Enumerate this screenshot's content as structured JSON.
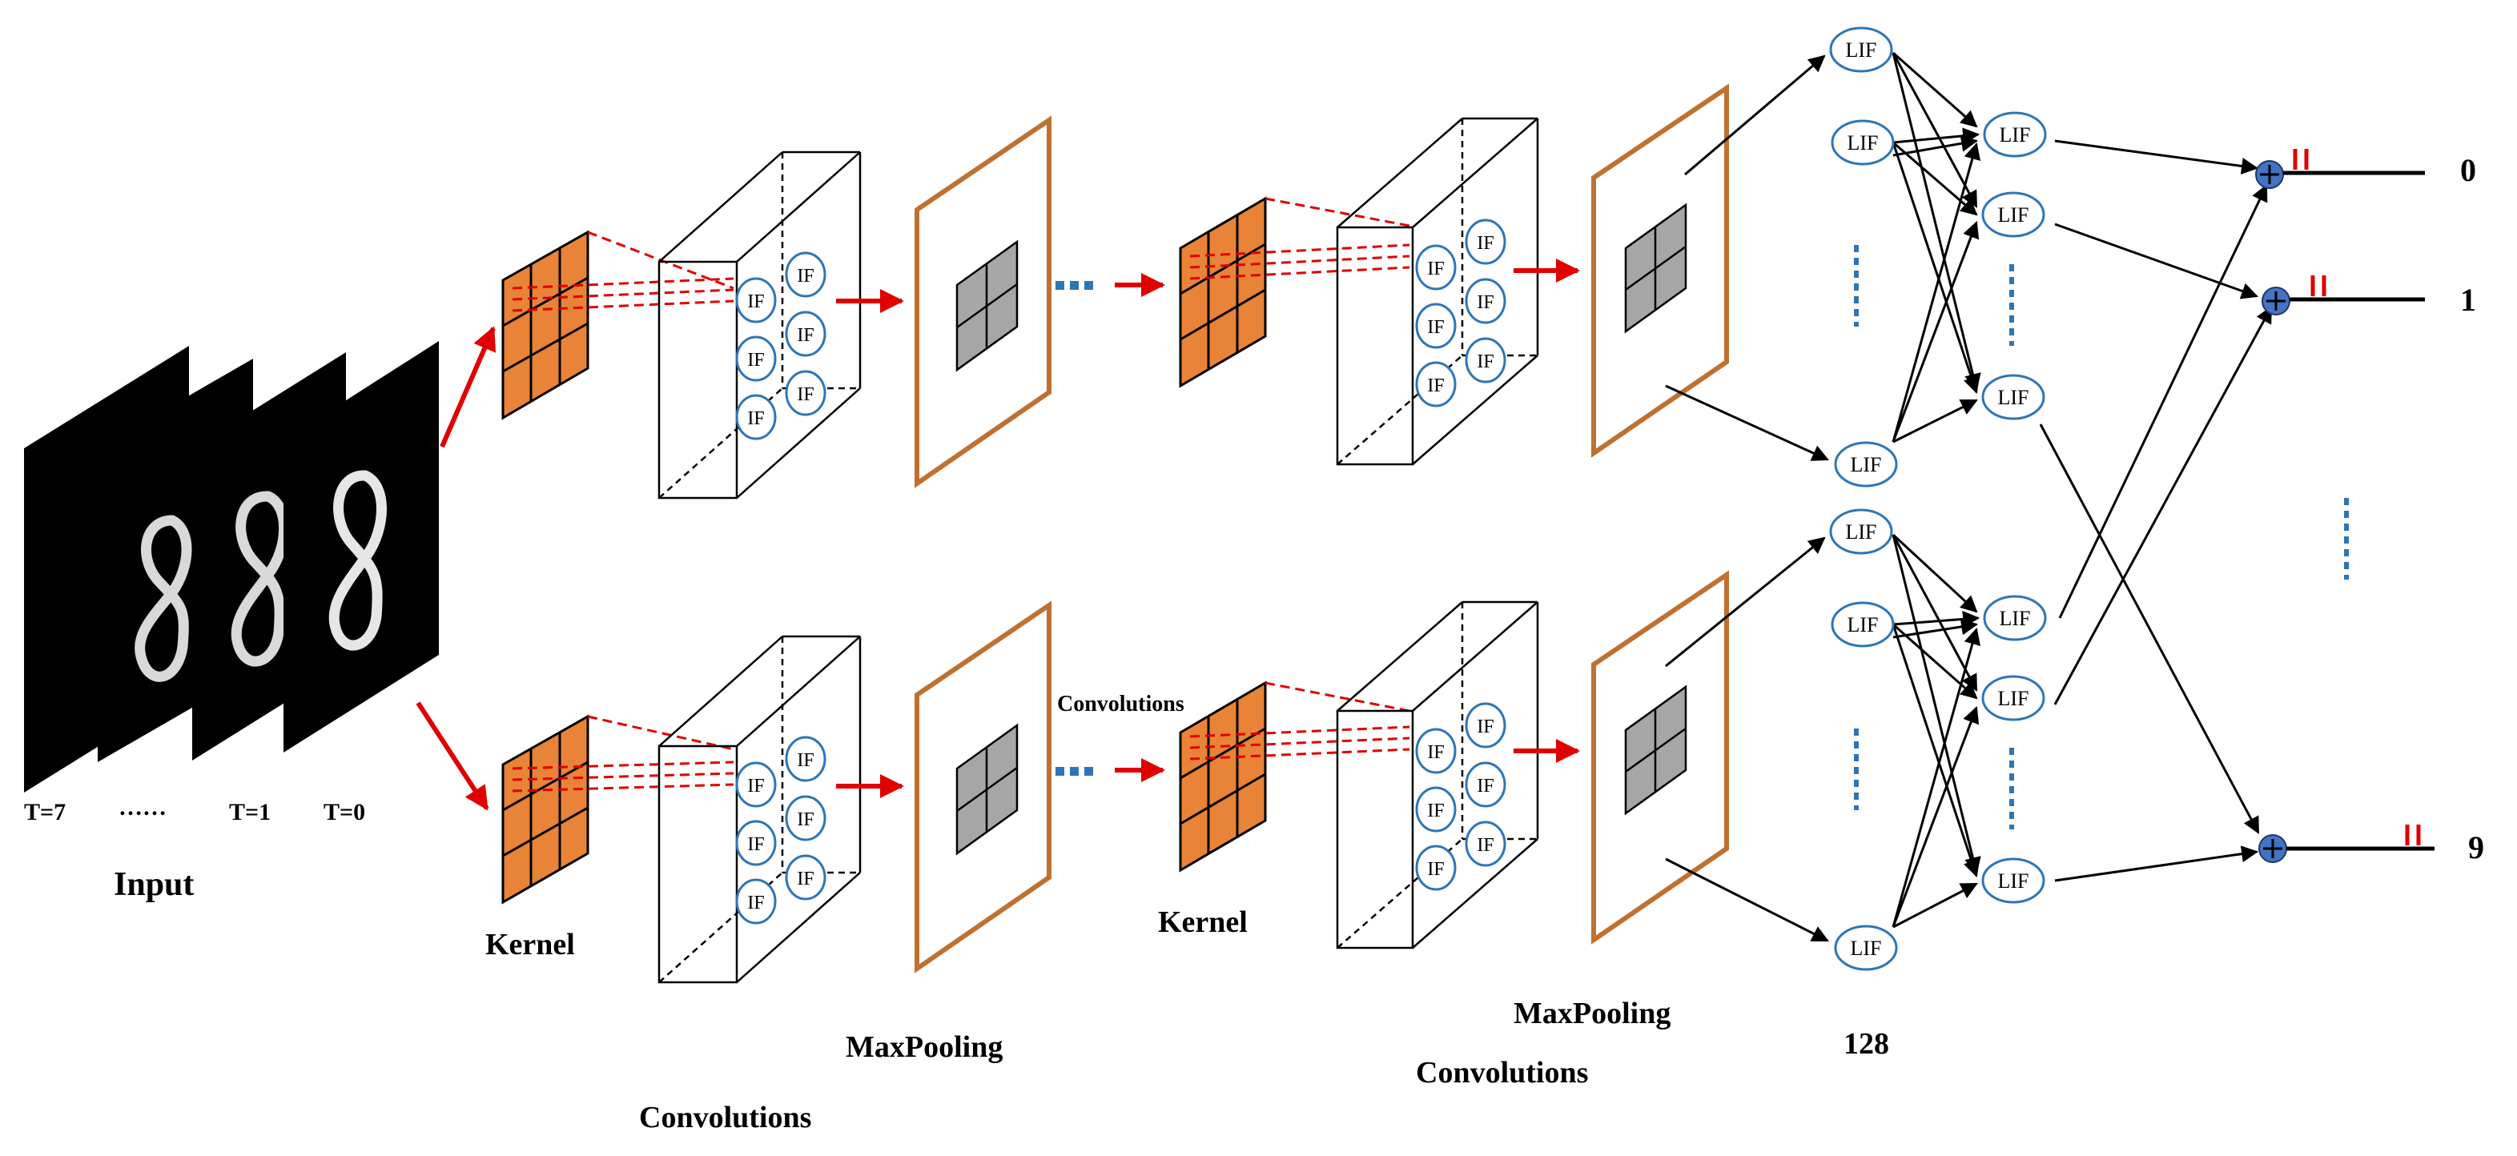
{
  "input": {
    "label": "Input",
    "time_labels": [
      "T=7",
      "……",
      "T=1",
      "T=0"
    ]
  },
  "kernel_label": "Kernel",
  "maxpooling_label": "MaxPooling",
  "convolutions_label": "Convolutions",
  "neuron_labels": {
    "if": "IF",
    "lif": "LIF"
  },
  "hidden_size_label": "128",
  "outputs": [
    "0",
    "1",
    "9"
  ],
  "colors": {
    "kernel_fill": "#E98337",
    "pool_frame": "#C0702F",
    "pool_cell": "#A6A6A6",
    "neuron_stroke": "#2E75B6",
    "continuation_dots": "#2E75B6",
    "data_arrow": "#E00000",
    "sum_node": "#4472C4",
    "spike_mark": "#E00000"
  },
  "icons": [
    "summation-node-icon",
    "spike-mark-icon",
    "ellipsis-dots-icon"
  ]
}
